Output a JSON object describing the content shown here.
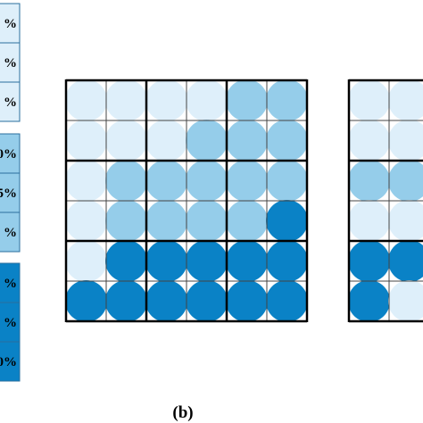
{
  "caption": "(b)",
  "colors": {
    "light": "#deeffa",
    "medium": "#95cdea",
    "dark": "#0a82c6",
    "thin_line": "#444444",
    "thick_line": "#000000",
    "legend_border": "#2a6f9e"
  },
  "legend": {
    "groups": [
      {
        "shade": "light",
        "labels": [
          "%",
          "%",
          "%"
        ]
      },
      {
        "shade": "medium",
        "labels": [
          "0%",
          "5%",
          "%"
        ]
      },
      {
        "shade": "dark",
        "labels": [
          "%",
          "%",
          "0%"
        ]
      }
    ]
  },
  "grid_main": {
    "rows": 6,
    "cols": 6,
    "cells": [
      [
        "light",
        "light",
        "light",
        "light",
        "medium",
        "medium"
      ],
      [
        "light",
        "light",
        "light",
        "medium",
        "medium",
        "medium"
      ],
      [
        "light",
        "medium",
        "medium",
        "medium",
        "medium",
        "medium"
      ],
      [
        "light",
        "medium",
        "medium",
        "medium",
        "medium",
        "dark"
      ],
      [
        "light",
        "dark",
        "dark",
        "dark",
        "dark",
        "dark"
      ],
      [
        "dark",
        "dark",
        "dark",
        "dark",
        "dark",
        "dark"
      ]
    ]
  },
  "grid_partial": {
    "rows": 6,
    "cols": 2,
    "cells": [
      [
        "light",
        "light"
      ],
      [
        "light",
        "light"
      ],
      [
        "medium",
        "medium"
      ],
      [
        "light",
        "light"
      ],
      [
        "dark",
        "dark"
      ],
      [
        "dark",
        "light"
      ]
    ]
  }
}
